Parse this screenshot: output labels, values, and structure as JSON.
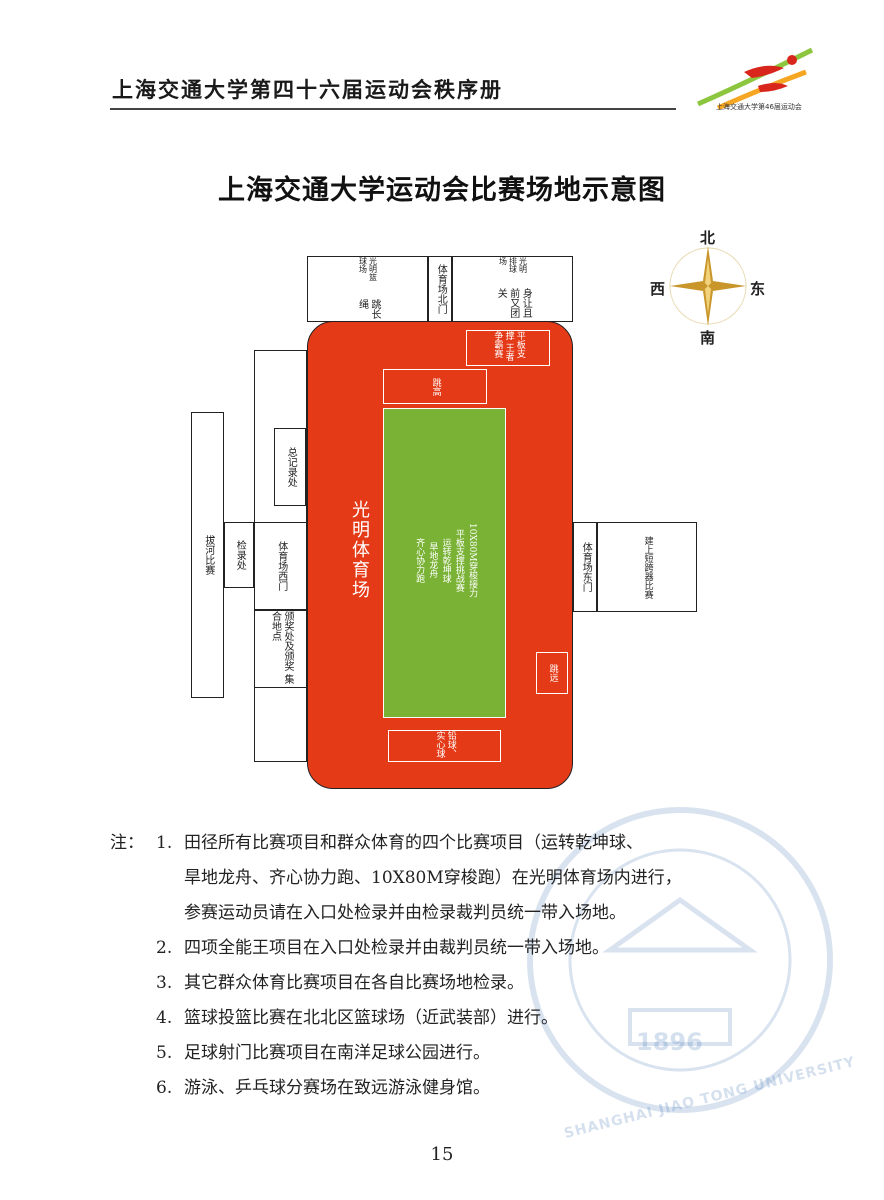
{
  "header": {
    "title": "上海交通大学第四十六届运动会秩序册",
    "logo_text": "上海交通大学第46届运动会"
  },
  "main_title": "上海交通大学运动会比赛场地示意图",
  "compass": {
    "north": "北",
    "south": "南",
    "east": "东",
    "west": "西"
  },
  "map": {
    "top_left_box": {
      "line1": "光明篮球场",
      "line2": "跳长绳"
    },
    "top_gate": "体育场北门",
    "top_right_box": {
      "line1": "光明排球场",
      "line2": "身让且前又团关"
    },
    "right_top_red": "平板支撑 王者争霸赛",
    "high_jump": "跳高",
    "green_field_items": [
      "10X80M穿梭接力",
      "平板支撑挑战赛",
      "运转乾坤球",
      "旱地龙舟",
      "齐心协力跑"
    ],
    "gym_name": "光明体育场",
    "long_jump": "跳远",
    "bottom_red": "铅球、实心球",
    "left_record": "总记录处",
    "left_gate": "体育场西门",
    "left_award": "颁奖处及颁奖 集合地点",
    "check_in": "检录处",
    "far_left": "拔河比赛",
    "east_gate": "体育场东门",
    "east_box": "建上短跨器比赛"
  },
  "notes": {
    "prefix": "注：",
    "items": [
      {
        "num": "1.",
        "lines": [
          "田径所有比赛项目和群众体育的四个比赛项目（运转乾坤球、",
          "旱地龙舟、齐心协力跑、10X80M穿梭跑）在光明体育场内进行，",
          "参赛运动员请在入口处检录并由检录裁判员统一带入场地。"
        ]
      },
      {
        "num": "2.",
        "lines": [
          "四项全能王项目在入口处检录并由裁判员统一带入场地。"
        ]
      },
      {
        "num": "3.",
        "lines": [
          "其它群众体育比赛项目在各自比赛场地检录。"
        ]
      },
      {
        "num": "4.",
        "lines": [
          "篮球投篮比赛在北北区篮球场（近武装部）进行。"
        ]
      },
      {
        "num": "5.",
        "lines": [
          "足球射门比赛项目在南洋足球公园进行。"
        ]
      },
      {
        "num": "6.",
        "lines": [
          "游泳、乒乓球分赛场在致远游泳健身馆。"
        ]
      }
    ]
  },
  "watermark": {
    "year": "1896",
    "text": "SHANGHAI JIAO TONG UNIVERSITY"
  },
  "page_number": "15",
  "colors": {
    "field_red": "#e53a17",
    "field_green": "#7ab235",
    "compass_gold": "#c8962a"
  }
}
